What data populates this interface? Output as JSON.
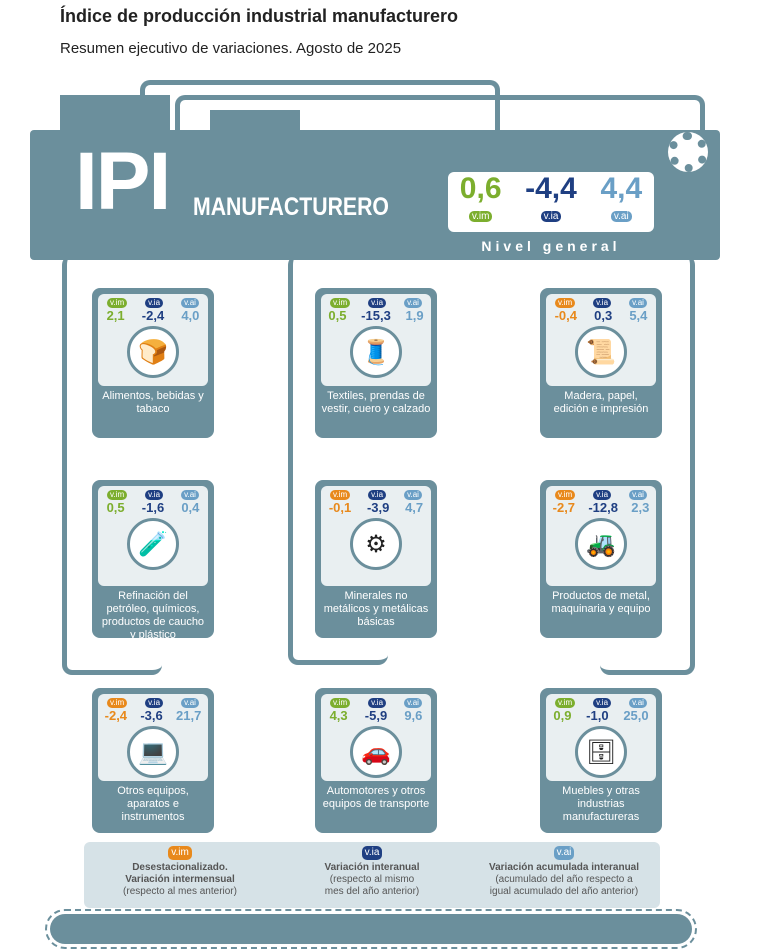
{
  "title": "Índice de producción industrial manufacturero",
  "subtitle": "Resumen ejecutivo de variaciones. Agosto de 2025",
  "header": {
    "ipi": "IPI",
    "manuf": "MANUFACTURERO",
    "general": {
      "vim": "0,6",
      "via": "-4,4",
      "vai": "4,4",
      "label": "Nivel general"
    }
  },
  "badges": {
    "vim": "v.im",
    "via": "v.ia",
    "vai": "v.ai"
  },
  "colors": {
    "green": "#7cae2e",
    "orange": "#e8891c",
    "navy": "#1f3f82",
    "light": "#6a9fc6",
    "slate": "#6b8f9c"
  },
  "cards": [
    {
      "label": "Alimentos, bebidas y tabaco",
      "vim": "2,1",
      "via": "-2,4",
      "vai": "4,0",
      "icon": "bottle-bread-icon"
    },
    {
      "label": "Textiles, prendas de vestir, cuero y calzado",
      "vim": "0,5",
      "via": "-15,3",
      "vai": "1,9",
      "icon": "textile-icon"
    },
    {
      "label": "Madera, papel, edición e impresión",
      "vim": "-0,4",
      "via": "0,3",
      "vai": "5,4",
      "icon": "paper-rolls-icon"
    },
    {
      "label": "Refinación del petróleo, químicos, productos de caucho y plástico",
      "vim": "0,5",
      "via": "-1,6",
      "vai": "0,4",
      "icon": "chemicals-icon"
    },
    {
      "label": "Minerales no metálicos y metálicas básicas",
      "vim": "-0,1",
      "via": "-3,9",
      "vai": "4,7",
      "icon": "cement-mixer-icon"
    },
    {
      "label": "Productos de metal, maquinaria y equipo",
      "vim": "-2,7",
      "via": "-12,8",
      "vai": "2,3",
      "icon": "tractor-icon"
    },
    {
      "label": "Otros equipos, aparatos e instrumentos",
      "vim": "-2,4",
      "via": "-3,6",
      "vai": "21,7",
      "icon": "laptop-phone-icon"
    },
    {
      "label": "Automotores y otros equipos de transporte",
      "vim": "4,3",
      "via": "-5,9",
      "vai": "9,6",
      "icon": "car-motorcycle-icon"
    },
    {
      "label": "Muebles y otras industrias manufactureras",
      "vim": "0,9",
      "via": "-1,0",
      "vai": "25,0",
      "icon": "furniture-icon"
    }
  ],
  "legend": [
    {
      "badge": "v.im",
      "l1": "Desestacionalizado.",
      "l2": "Variación intermensual",
      "l3": "(respecto al mes anterior)"
    },
    {
      "badge": "v.ia",
      "l1": "Variación interanual",
      "l2": "(respecto al mismo",
      "l3": "mes del año anterior)"
    },
    {
      "badge": "v.ai",
      "l1": "Variación acumulada interanual",
      "l2": "(acumulado del año respecto a",
      "l3": "igual acumulado del año anterior)"
    }
  ]
}
